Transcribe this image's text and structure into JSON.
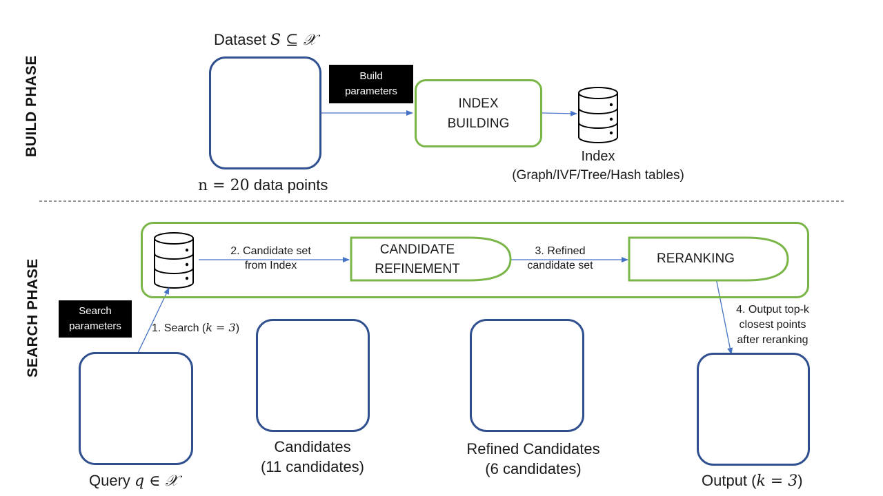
{
  "build_phase": {
    "phase_label": "BUILD PHASE",
    "dataset_title_text": "Dataset",
    "dataset_title_math": "S ⊆ 𝒳",
    "n_math": "n = 20",
    "n_suffix": "data points",
    "build_params": [
      "Build",
      "parameters"
    ],
    "index_building": [
      "INDEX",
      "BUILDING"
    ],
    "index_label": "Index",
    "index_sub": "(Graph/IVF/Tree/Hash tables)"
  },
  "search_phase": {
    "phase_label": "SEARCH PHASE",
    "search_params": [
      "Search",
      "parameters"
    ],
    "step1_text": "1. Search (",
    "step1_math": "k = 3",
    "step1_close": ")",
    "step2": [
      "2. Candidate set",
      "from Index"
    ],
    "candidate_refinement": [
      "CANDIDATE",
      "REFINEMENT"
    ],
    "step3": [
      "3. Refined",
      "candidate set"
    ],
    "reranking": "RERANKING",
    "step4": [
      "4. Output top-k",
      "closest points",
      "after reranking"
    ],
    "query_text": "Query",
    "query_math": "q ∈ 𝒳",
    "candidates": [
      "Candidates",
      "(11 candidates)"
    ],
    "refined": [
      "Refined Candidates",
      "(6 candidates)"
    ],
    "output_text": "Output (",
    "output_math": "k = 3",
    "output_close": ")"
  },
  "colors": {
    "box_border": "#2f4f8f",
    "green_border": "#7ab547",
    "arrow": "#4472c4",
    "star": "#b5651d",
    "highlight": "#e01b1b",
    "dark_point": "#222222",
    "mid_point": "#a6a6a6",
    "light_point": "#e0e0e0"
  }
}
